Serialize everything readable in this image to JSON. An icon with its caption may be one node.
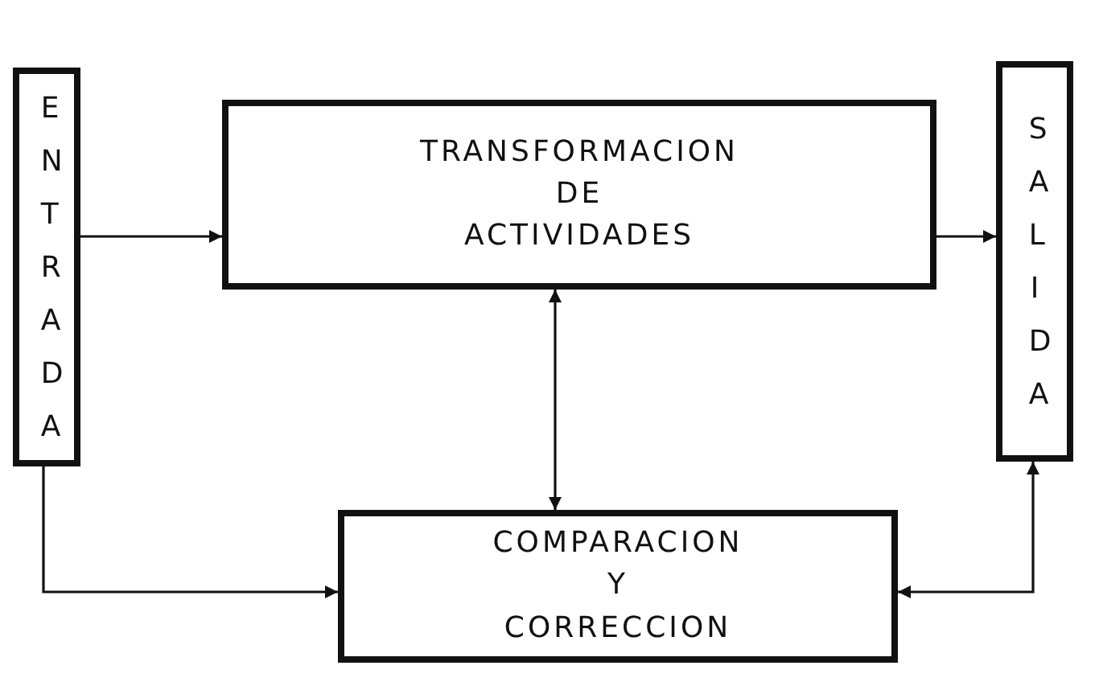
{
  "diagram": {
    "nodes": [
      {
        "text": [
          "ENTRADA"
        ]
      },
      {
        "text": [
          "TRANSFORMACION DE ACTIVIDADES"
        ]
      },
      {
        "text": [
          "SALIDA"
        ]
      },
      {
        "text": [
          "COMPARACION Y CORRECCION"
        ]
      }
    ],
    "edges": [
      {
        "from": 0,
        "to": 1,
        "arrow": "to"
      },
      {
        "from": 1,
        "to": 2,
        "arrow": "to"
      },
      {
        "from": 1,
        "to": 3,
        "arrow": "both"
      },
      {
        "from": 0,
        "to": 3,
        "arrow": "to"
      },
      {
        "from": 3,
        "to": 2,
        "arrow": "both"
      }
    ]
  }
}
